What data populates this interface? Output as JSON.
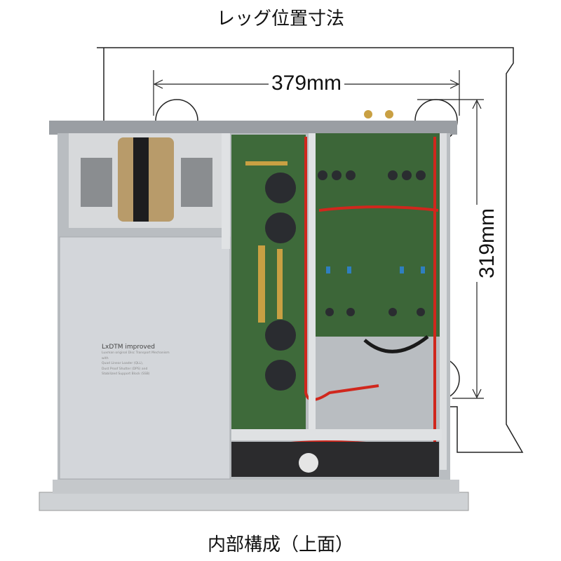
{
  "header": {
    "title": "レッグ位置寸法"
  },
  "dimensions": {
    "width_label": "379mm",
    "depth_label": "319mm"
  },
  "device": {
    "cover_label": {
      "heading": "LxDTM improved",
      "lines": [
        "Luxman original Disc Transport Mechanism",
        "with",
        "Quad Linear Loader (QLL),",
        "Dust Proof Shutter (DPS) and",
        "Stabilized Support Block (SSB)"
      ]
    }
  },
  "footer": {
    "caption": "内部構成（上面）"
  },
  "colors": {
    "pcb_green": "#3e6a3a",
    "chassis": "#c8ccd0",
    "cover": "#d3d6da",
    "wire_red": "#d0271d",
    "capacitor": "#2a2c30"
  }
}
